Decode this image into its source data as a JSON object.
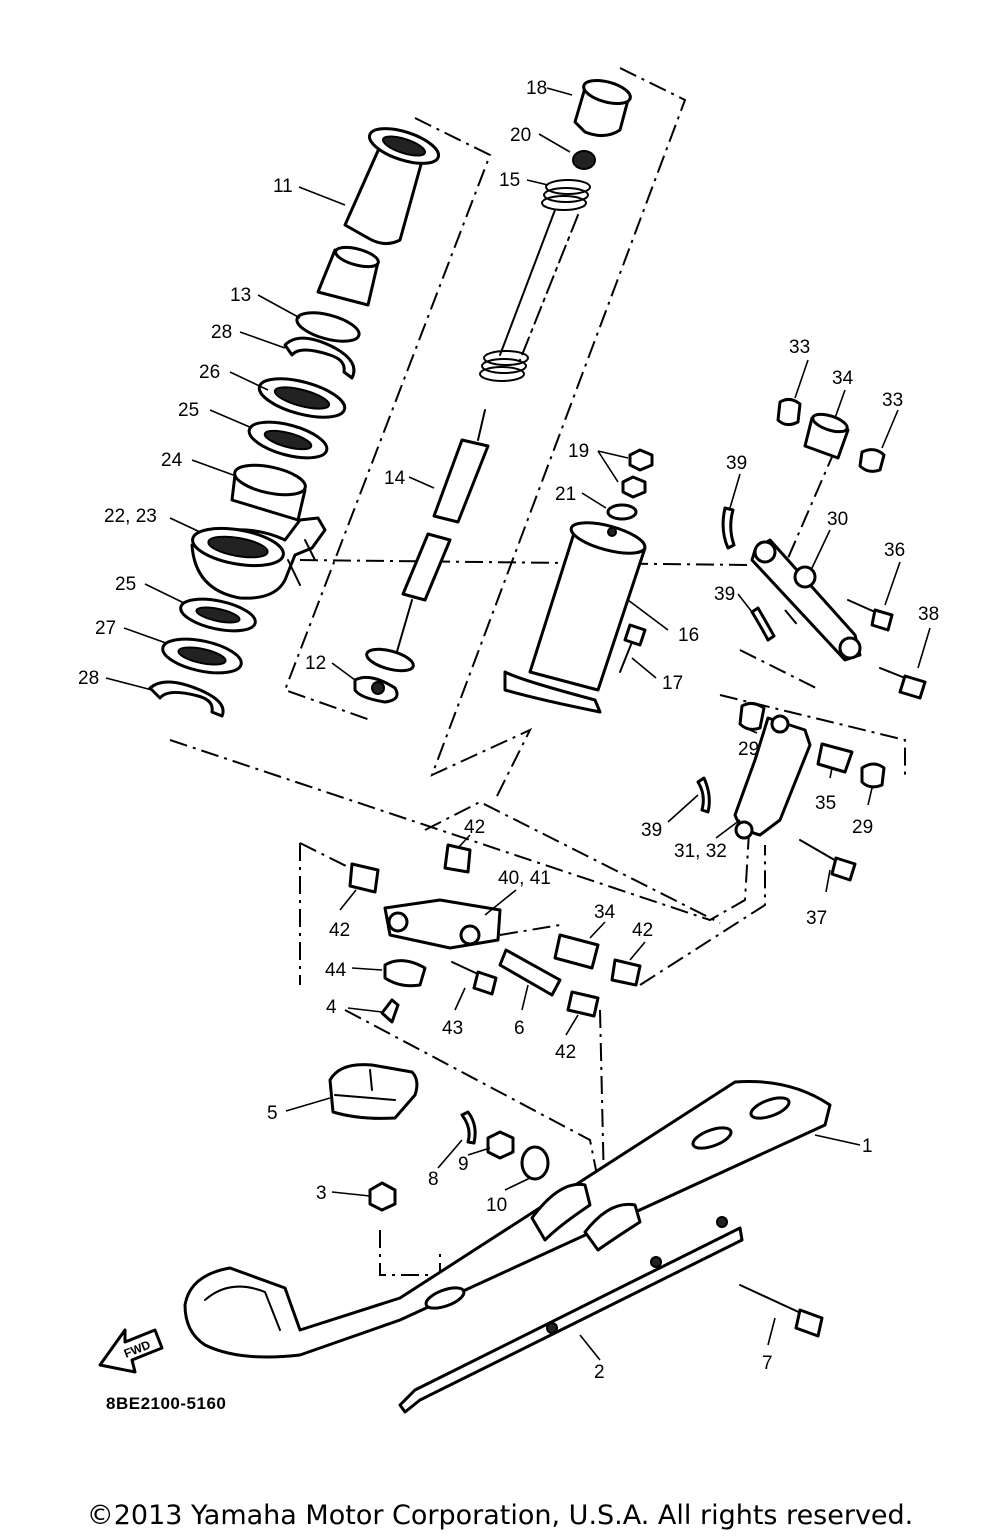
{
  "diagram": {
    "drawing_code": "8BE2100-5160",
    "fwd_label": "FWD",
    "copyright": "©2013 Yamaha Motor Corporation, U.S.A. All rights reserved.",
    "callouts": [
      "1",
      "2",
      "3",
      "4",
      "5",
      "6",
      "7",
      "8",
      "9",
      "10",
      "11",
      "12",
      "13",
      "14",
      "15",
      "16",
      "17",
      "18",
      "19",
      "20",
      "21",
      "22, 23",
      "24",
      "25",
      "25",
      "26",
      "27",
      "28",
      "28",
      "29",
      "29",
      "30",
      "31, 32",
      "33",
      "33",
      "34",
      "34",
      "35",
      "36",
      "37",
      "38",
      "39",
      "39",
      "39",
      "40, 41",
      "42",
      "42",
      "42",
      "42",
      "43",
      "44"
    ]
  }
}
